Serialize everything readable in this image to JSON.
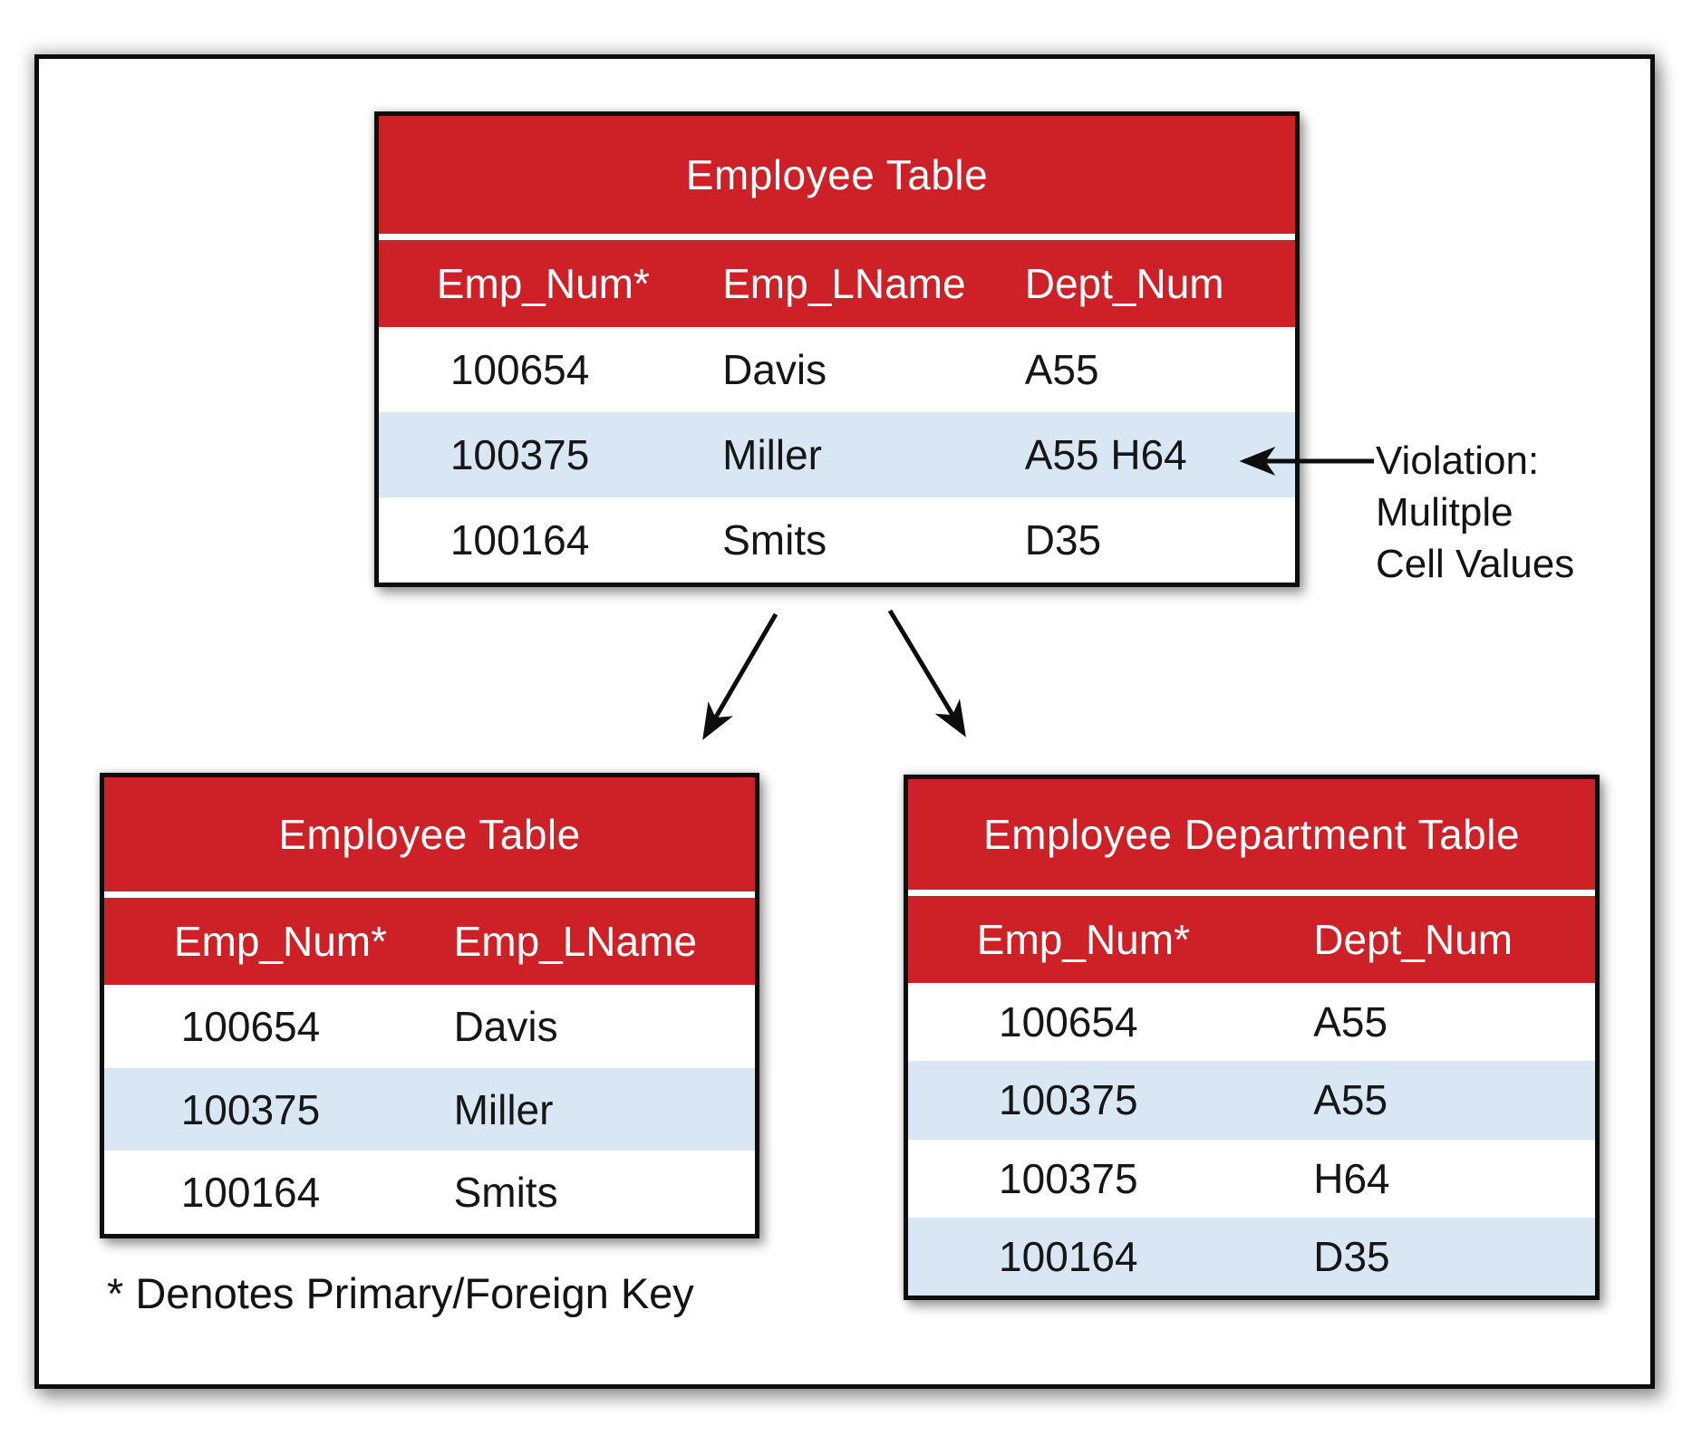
{
  "colors": {
    "header_red": "#CE2127",
    "stripe_blue": "#D9E6F3",
    "border_black": "#0D0D0D"
  },
  "tables": {
    "original": {
      "title": "Employee Table",
      "columns": [
        "Emp_Num*",
        "Emp_LName",
        "Dept_Num"
      ],
      "rows": [
        [
          "100654",
          "Davis",
          "A55"
        ],
        [
          "100375",
          "Miller",
          "A55 H64"
        ],
        [
          "100164",
          "Smits",
          "D35"
        ]
      ]
    },
    "employee": {
      "title": "Employee Table",
      "columns": [
        "Emp_Num*",
        "Emp_LName"
      ],
      "rows": [
        [
          "100654",
          "Davis"
        ],
        [
          "100375",
          "Miller"
        ],
        [
          "100164",
          "Smits"
        ]
      ]
    },
    "employee_department": {
      "title": "Employee Department Table",
      "columns": [
        "Emp_Num*",
        "Dept_Num"
      ],
      "rows": [
        [
          "100654",
          "A55"
        ],
        [
          "100375",
          "A55"
        ],
        [
          "100375",
          "H64"
        ],
        [
          "100164",
          "D35"
        ]
      ]
    }
  },
  "annotation": {
    "line1": "Violation:",
    "line2": "Mulitple",
    "line3": "Cell Values"
  },
  "footnote": "* Denotes Primary/Foreign Key"
}
